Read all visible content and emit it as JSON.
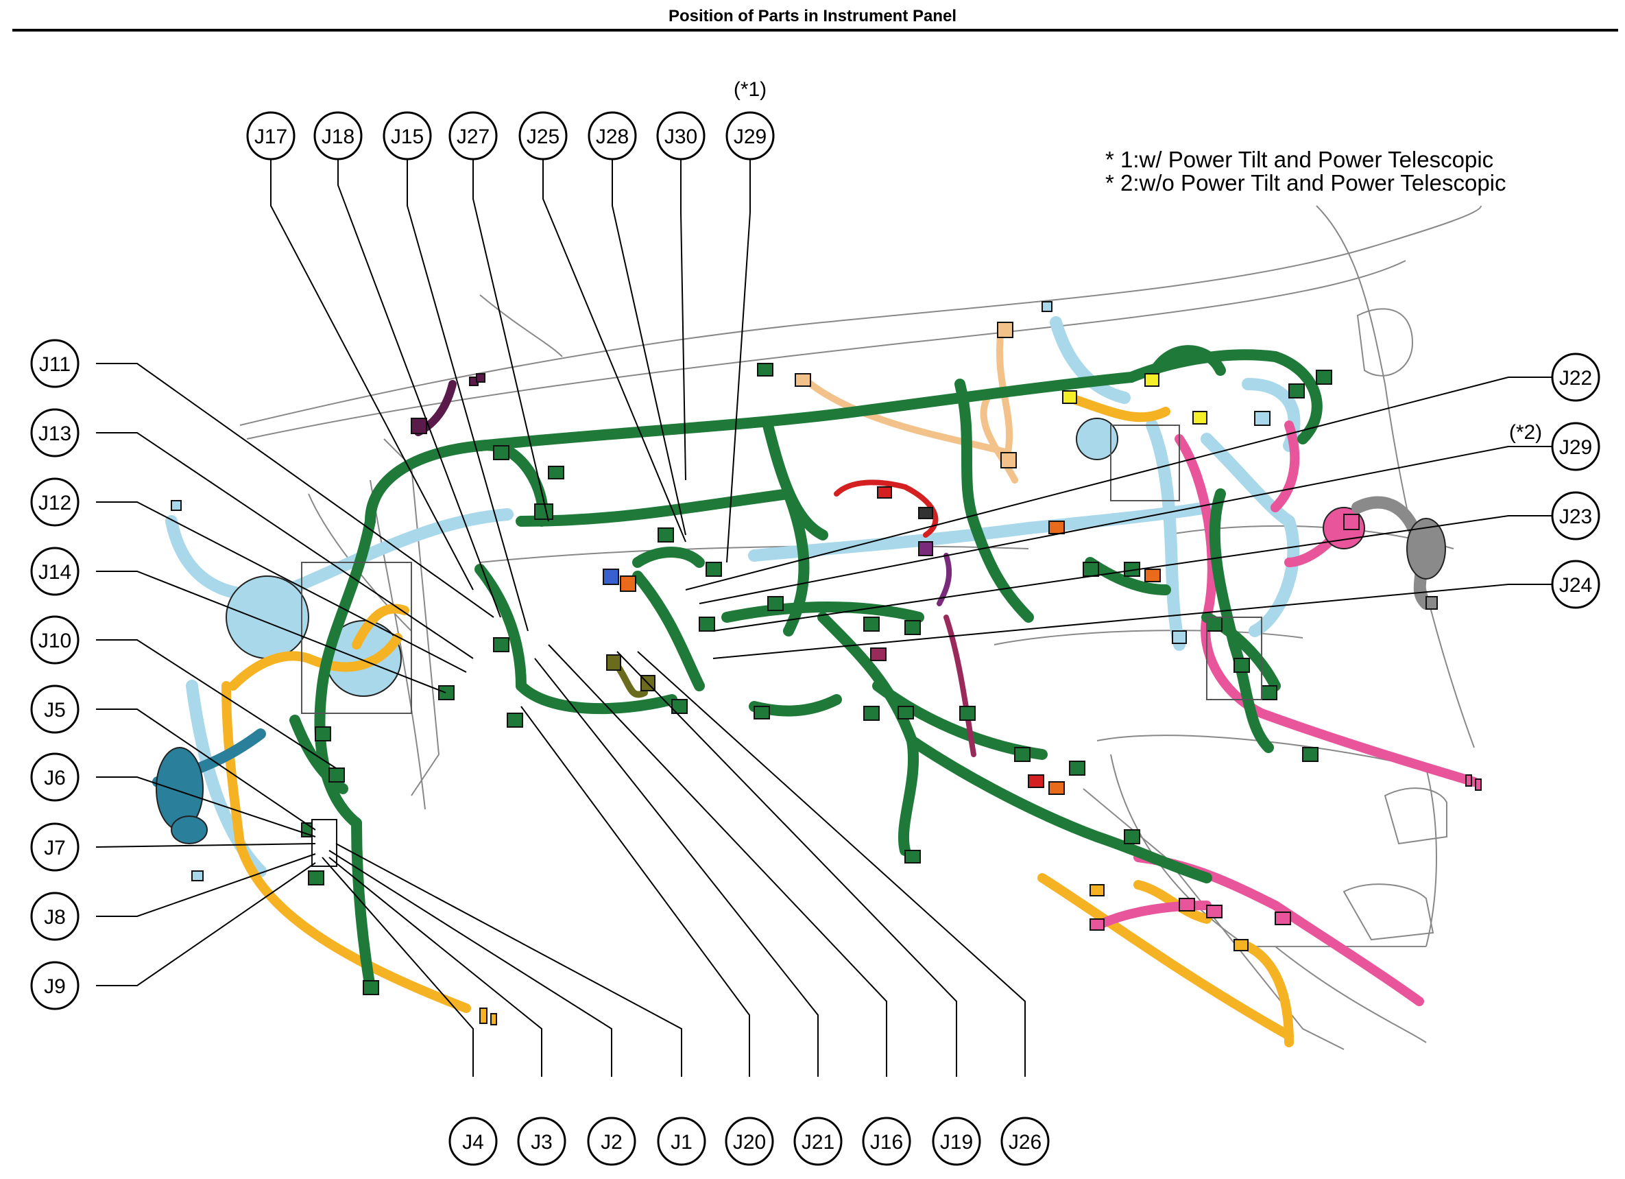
{
  "title": "Position of Parts in Instrument Panel",
  "notes": [
    "* 1:w/ Power Tilt and Power Telescopic",
    "* 2:w/o Power Tilt and Power Telescopic"
  ],
  "callouts": [
    {
      "id": "J17",
      "label": "J17"
    },
    {
      "id": "J18",
      "label": "J18"
    },
    {
      "id": "J15",
      "label": "J15"
    },
    {
      "id": "J27",
      "label": "J27"
    },
    {
      "id": "J25",
      "label": "J25"
    },
    {
      "id": "J28",
      "label": "J28"
    },
    {
      "id": "J30",
      "label": "J30"
    },
    {
      "id": "J29a",
      "label": "J29",
      "variant": "(*1)"
    },
    {
      "id": "J11",
      "label": "J11"
    },
    {
      "id": "J13",
      "label": "J13"
    },
    {
      "id": "J12",
      "label": "J12"
    },
    {
      "id": "J14",
      "label": "J14"
    },
    {
      "id": "J10",
      "label": "J10"
    },
    {
      "id": "J5",
      "label": "J5"
    },
    {
      "id": "J6",
      "label": "J6"
    },
    {
      "id": "J7",
      "label": "J7"
    },
    {
      "id": "J8",
      "label": "J8"
    },
    {
      "id": "J9",
      "label": "J9"
    },
    {
      "id": "J22",
      "label": "J22"
    },
    {
      "id": "J29b",
      "label": "J29",
      "variant": "(*2)"
    },
    {
      "id": "J23",
      "label": "J23"
    },
    {
      "id": "J24",
      "label": "J24"
    },
    {
      "id": "J4",
      "label": "J4"
    },
    {
      "id": "J3",
      "label": "J3"
    },
    {
      "id": "J2",
      "label": "J2"
    },
    {
      "id": "J1",
      "label": "J1"
    },
    {
      "id": "J20",
      "label": "J20"
    },
    {
      "id": "J21",
      "label": "J21"
    },
    {
      "id": "J16",
      "label": "J16"
    },
    {
      "id": "J19",
      "label": "J19"
    },
    {
      "id": "J26",
      "label": "J26"
    }
  ],
  "colors": {
    "harness_main": "#1f7a3a",
    "harness_light_blue": "#a8d8ea",
    "harness_yellow": "#f5b324",
    "harness_pink": "#e8559a",
    "harness_tan": "#f2c28a",
    "harness_gray": "#8a8a8a",
    "harness_red": "#d42020",
    "harness_purple": "#7a2a7a",
    "harness_teal": "#2a7f9a",
    "harness_olive": "#6b6b1e",
    "connector_orange": "#e86a1a",
    "connector_blue": "#3a5fcf",
    "outline": "#222222",
    "panel_line": "#888888"
  }
}
